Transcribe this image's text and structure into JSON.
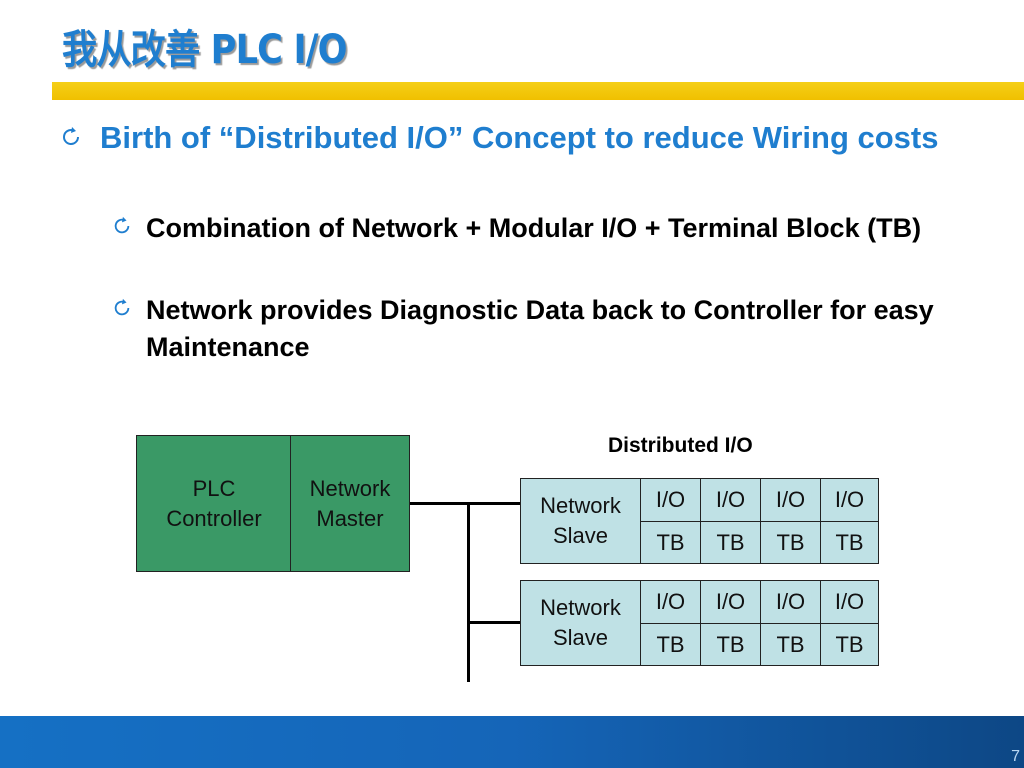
{
  "slide": {
    "title": "我从改善 PLC I/O",
    "accent_color": "#f0c000",
    "title_color": "#1f7ecf"
  },
  "bullets": [
    {
      "text": "Birth of “Distributed I/O” Concept to reduce Wiring costs",
      "icon": "refresh-arrow-icon",
      "level": 1
    },
    {
      "text": "Combination of Network + Modular I/O +  Terminal Block (TB)",
      "icon": "refresh-arrow-icon",
      "level": 2
    },
    {
      "text": "Network provides Diagnostic Data back to Controller for easy Maintenance",
      "icon": "refresh-arrow-icon",
      "level": 2
    }
  ],
  "diagram": {
    "distributed_label": "Distributed I/O",
    "plc": {
      "line1": "PLC",
      "line2": "Controller"
    },
    "master": {
      "line1": "Network",
      "line2": "Master"
    },
    "slaves": [
      {
        "line1": "Network",
        "line2": "Slave",
        "io": [
          "I/O",
          "I/O",
          "I/O",
          "I/O"
        ],
        "tb": [
          "TB",
          "TB",
          "TB",
          "TB"
        ]
      },
      {
        "line1": "Network",
        "line2": "Slave",
        "io": [
          "I/O",
          "I/O",
          "I/O",
          "I/O"
        ],
        "tb": [
          "TB",
          "TB",
          "TB",
          "TB"
        ]
      }
    ],
    "colors": {
      "controller": "#3a9966",
      "slave": "#bfe1e5"
    }
  },
  "footer": {
    "page_number": "7"
  }
}
